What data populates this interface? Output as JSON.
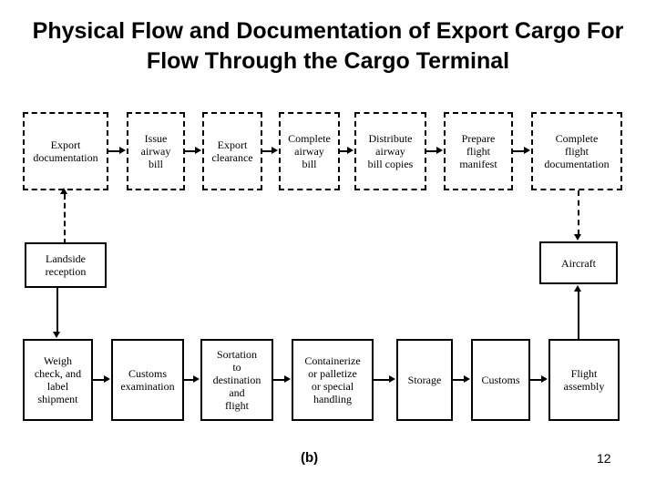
{
  "title": "Physical Flow and Documentation of Export\nCargo For Flow Through the Cargo Terminal",
  "figure_label": "(b)",
  "page_number": "12",
  "colors": {
    "background": "#ffffff",
    "stroke": "#000000",
    "text": "#000000"
  },
  "documentation_flow": {
    "style": "dashed",
    "nodes": [
      {
        "id": "export-documentation",
        "label": "Export\ndocumentation"
      },
      {
        "id": "issue-airway-bill",
        "label": "Issue\nairway\nbill"
      },
      {
        "id": "export-clearance",
        "label": "Export\nclearance"
      },
      {
        "id": "complete-airway-bill",
        "label": "Complete\nairway\nbill"
      },
      {
        "id": "distribute-airway-bill-copies",
        "label": "Distribute\nairway\nbill copies"
      },
      {
        "id": "prepare-flight-manifest",
        "label": "Prepare\nflight\nmanifest"
      },
      {
        "id": "complete-flight-documentation",
        "label": "Complete\nflight\ndocumentation"
      }
    ]
  },
  "terminal_nodes": {
    "style": "solid",
    "nodes": [
      {
        "id": "landside-reception",
        "label": "Landside\nreception"
      },
      {
        "id": "aircraft",
        "label": "Aircraft"
      }
    ]
  },
  "physical_flow": {
    "style": "solid",
    "nodes": [
      {
        "id": "weigh-check-label-shipment",
        "label": "Weigh\ncheck, and\nlabel\nshipment"
      },
      {
        "id": "customs-examination",
        "label": "Customs\nexamination"
      },
      {
        "id": "sortation-to-destination-and-flight",
        "label": "Sortation\nto\ndestination\nand\nflight"
      },
      {
        "id": "containerize-or-palletize-or-special-handling",
        "label": "Containerize\nor palletize\nor special\nhandling"
      },
      {
        "id": "storage",
        "label": "Storage"
      },
      {
        "id": "customs",
        "label": "Customs"
      },
      {
        "id": "flight-assembly",
        "label": "Flight\nassembly"
      }
    ]
  },
  "connectors": [
    {
      "id": "doc-1-to-2",
      "from": "export-documentation",
      "to": "issue-airway-bill",
      "style": "solid",
      "direction": "right"
    },
    {
      "id": "doc-2-to-3",
      "from": "issue-airway-bill",
      "to": "export-clearance",
      "style": "solid",
      "direction": "right"
    },
    {
      "id": "doc-3-to-4",
      "from": "export-clearance",
      "to": "complete-airway-bill",
      "style": "solid",
      "direction": "right"
    },
    {
      "id": "doc-4-to-5",
      "from": "complete-airway-bill",
      "to": "distribute-airway-bill-copies",
      "style": "solid",
      "direction": "right"
    },
    {
      "id": "doc-5-to-6",
      "from": "distribute-airway-bill-copies",
      "to": "prepare-flight-manifest",
      "style": "solid",
      "direction": "right"
    },
    {
      "id": "doc-6-to-7",
      "from": "prepare-flight-manifest",
      "to": "complete-flight-documentation",
      "style": "solid",
      "direction": "right"
    },
    {
      "id": "landside-to-export-documentation",
      "from": "landside-reception",
      "to": "export-documentation",
      "style": "dashed",
      "direction": "up"
    },
    {
      "id": "complete-flight-documentation-to-aircraft",
      "from": "complete-flight-documentation",
      "to": "aircraft",
      "style": "dashed",
      "direction": "down"
    },
    {
      "id": "landside-to-weigh-check",
      "from": "landside-reception",
      "to": "weigh-check-label-shipment",
      "style": "solid",
      "direction": "down"
    },
    {
      "id": "phys-1-to-2",
      "from": "weigh-check-label-shipment",
      "to": "customs-examination",
      "style": "solid",
      "direction": "right"
    },
    {
      "id": "phys-2-to-3",
      "from": "customs-examination",
      "to": "sortation-to-destination-and-flight",
      "style": "solid",
      "direction": "right"
    },
    {
      "id": "phys-3-to-4",
      "from": "sortation-to-destination-and-flight",
      "to": "containerize-or-palletize-or-special-handling",
      "style": "solid",
      "direction": "right"
    },
    {
      "id": "phys-4-to-5",
      "from": "containerize-or-palletize-or-special-handling",
      "to": "storage",
      "style": "solid",
      "direction": "right"
    },
    {
      "id": "phys-5-to-6",
      "from": "storage",
      "to": "customs",
      "style": "solid",
      "direction": "right"
    },
    {
      "id": "phys-6-to-7",
      "from": "customs",
      "to": "flight-assembly",
      "style": "solid",
      "direction": "right"
    },
    {
      "id": "flight-assembly-to-aircraft",
      "from": "flight-assembly",
      "to": "aircraft",
      "style": "solid",
      "direction": "up"
    }
  ]
}
